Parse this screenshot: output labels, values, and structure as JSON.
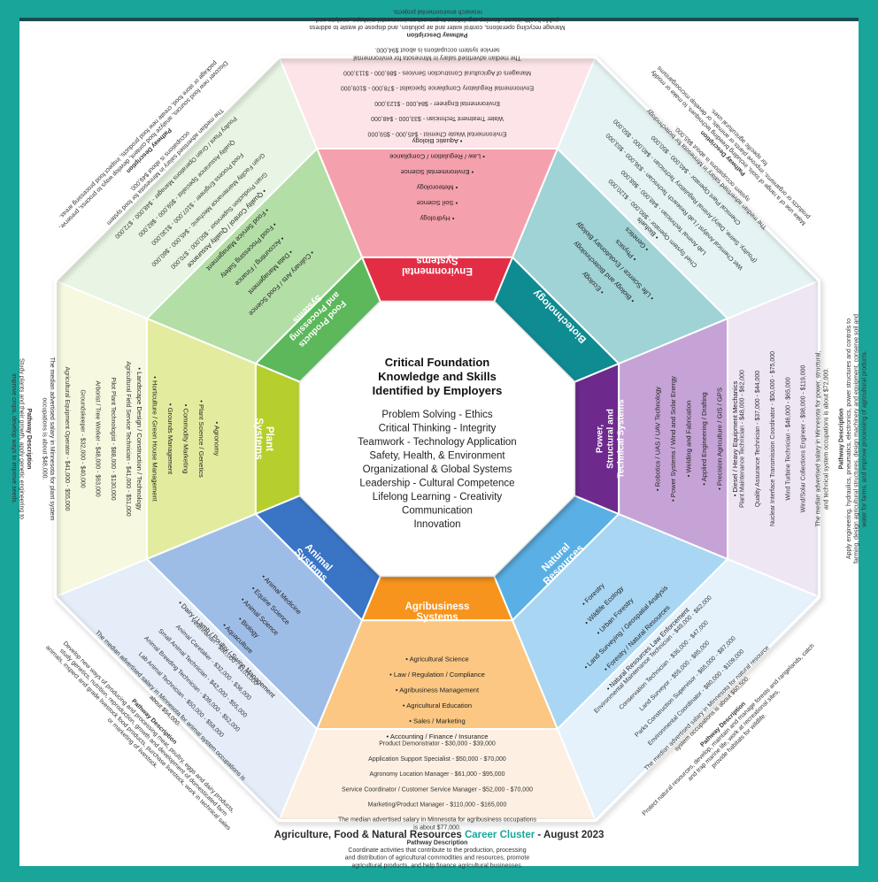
{
  "center": {
    "heading": [
      "Critical Foundation",
      "Knowledge and Skills",
      "Identified by Employers"
    ],
    "skills": [
      "Problem Solving - Ethics",
      "Critical Thinking - Integrity",
      "Teamwork - Technology Application",
      "Safety, Health, & Environment",
      "Organizational & Global Systems",
      "Leadership - Cultural Competence",
      "Lifelong Learning - Creativity",
      "Communication",
      "Innovation"
    ]
  },
  "colors": {
    "agribusiness": "#f7941d",
    "natural": "#5ab0e4",
    "power": "#6d2a8c",
    "biotech": "#0f8b92",
    "environmental": "#e32d44",
    "food": "#5cb85b",
    "plant": "#b6cf2c",
    "animal": "#3a74c4",
    "frame": "#1aa59a"
  },
  "pathways": {
    "agribusiness": {
      "title": [
        "Agribusiness",
        "Systems"
      ],
      "areas": [
        "• Agricultural Science",
        "• Law / Regulation / Compliance",
        "• Agribusiness Management",
        "• Agricultural Education",
        "• Sales / Marketing",
        "• Accounting / Finance / Insurance"
      ],
      "jobs": [
        "Product Demonstrator - $30,000 - $39,000",
        "Application Support Specialist - $50,000 - $70,000",
        "Agronomy Location Manager - $61,000 - $95,000",
        "Service Coordinator / Customer Service Manager - $52,000 - $70,000",
        "Marketing/Product Manager - $110,000 - $165,000"
      ],
      "salary": [
        "The median advertised salary in Minnesota for agribusiness occupations",
        "is about $77,000."
      ],
      "desc_title": "Pathway Description",
      "desc": [
        "Coordinate activities that contribute to the production, processing",
        "and distribution of agricultural commodities and resources, promote",
        "agricultural products, and help finance agricultural businesses."
      ]
    },
    "natural": {
      "title": [
        "Natural",
        "Resources"
      ],
      "areas": [
        "• Forestry",
        "• Wildlife Ecology",
        "• Urban Forestry",
        "• Land Surveying / Geospatial Analysis",
        "• Forestry / Natural Resources",
        "• Natural Resources Law Enforcement"
      ],
      "jobs": [
        "Environmental Maintenance Technician - $49,000 - $62,000",
        "Conservation Technician - $36,000 - $47,000",
        "Land Surveyor - $55,000 - $85,000",
        "Parks Construction Supervisor - $65,000 - $87,000",
        "Environmental Coordinator - $80,000 - $109,000"
      ],
      "salary": [
        "The median advertised salary in Minnesota for natural resource",
        "system occupations is about $60,500."
      ],
      "desc_title": "Pathway Description",
      "desc": [
        "Protect natural resources, develop, maintain and manage forests and rangelands, catch",
        "and trap marine life, work at recreational sites,",
        "provide habitats for wildlife."
      ]
    },
    "power": {
      "title": [
        "Power,",
        "Structural and",
        "Technical Systems"
      ],
      "areas": [
        "• Robotics / UAS / UAV Technology",
        "• Power Systems / Wind and Solar Energy",
        "• Welding and Fabrication",
        "• Applied Engineering / Drafting",
        "• Precision Agriculture / GIS / GPS",
        "• Diesel / Heavy Equipment Mechanics"
      ],
      "jobs": [
        "Plant Maintenance Technician - $48,000 - $62,000",
        "Quality Assurance Technician - $37,000 - $44,000",
        "Nuclear Interface Transmission Coordinator - $50,000 - $75,000",
        "Wind Turbine Technician - $46,000 - $65,000",
        "Wind/Solar Collections Engineer - $98,000 - $119,000"
      ],
      "salary": [
        "The median advertised salary in Minnesota for power, structural,",
        "and technical system occupations is about $72,000."
      ],
      "desc_title": "Pathway Description",
      "desc": [
        "Apply engineering, hydraulics, pneumatics, electronics, power structures and controls to",
        "farming, design agricultural structures, design machinery and equipment, conserve soil and",
        "water for farms, and improve processing of agricultural products."
      ]
    },
    "biotech": {
      "title": [
        "Biotechnology"
      ],
      "areas": [
        "• Ecology",
        "• Biology and Biotechnology",
        "• Life Science / Evolutionary Biology",
        "• Physics",
        "• Genetics",
        "• Biofuels"
      ],
      "jobs": [
        "Chief System Operator - $90,000 - $120,000",
        "Lab Animal Technician - $48,000 - $68,000",
        "Wet Chemical Analyst / Lab Research Technician - $36,000 - $53,000",
        "(Poultry, Swine, Dairy) Animal Regulatory Technician - $40,000 - $50,000",
        "Chemical Plant Operator - $40,000 - $50,000"
      ],
      "salary": [
        "The median advertised salary in Minnesota for biotechnology",
        "system occupations is about $65,000."
      ],
      "desc_title": "Pathway Description",
      "desc": [
        "Make use of a range of tools, including breeding techniques, to make or modify",
        "products or organisms, improve plants or animals, or develop microorganisms",
        "for specific agricultural uses."
      ]
    },
    "environmental": {
      "title": [
        "Environmental",
        "Systems"
      ],
      "areas": [
        "• Hydrology",
        "• Soil Science",
        "• Meteorology",
        "• Environmental Science",
        "• Law / Regulation / Compliance",
        "• Aquatic Biology"
      ],
      "jobs": [
        "Environmental Waste Chemist - $45,000 - $59,000",
        "Water Treatment Technician - $33,000 - $48,000",
        "Environmental Engineer - $84,000 - $123,000",
        "Environmental Regulatory Compliance Specialist - $78,000 - $109,000",
        "Managers of Agricultural Construction Services - $86,000 - $113,000"
      ],
      "salary": [
        "The median advertised salary in Minnesota for environmental",
        "service system occupations is about $94,000."
      ],
      "desc_title": "Pathway Description",
      "desc": [
        "Manage recycling operations, control water and air pollution, and dispose of waste to address",
        "public health issues, develop regulations to prevent environmental mishaps, analyze and",
        "research environmental projects."
      ]
    },
    "food": {
      "title": [
        "Food Products",
        "and Processing",
        "Systems"
      ],
      "areas": [
        "• Culinary Arts / Food Science",
        "• Data Management",
        "• Accounting / Finance",
        "• Food Processing Safety",
        "• Food Service Management",
        "• Quality Control / Quality Assurance"
      ],
      "jobs": [
        "Grain Production Supervisor - $50,000 - $70,000",
        "Grain Facility Maintenance Mechanic - $45,000 - $60,000",
        "Food Process Engineer - $107,000 - $130,000",
        "Quality Assurance Specialist - $59,000 - $82,000",
        "Poultry Plant / Grain Operations Manager - $48,000 - $72,000"
      ],
      "salary": [
        "The median advertised salary in Minnesota for food system",
        "occupations is about $49,000."
      ],
      "desc_title": "Pathway Description",
      "desc": [
        "Discover new food sources, analyze food content, develop ways to process, preserve,",
        "package or store food, create new food products, inspect food processing areas."
      ]
    },
    "plant": {
      "title": [
        "Plant",
        "Systems"
      ],
      "areas": [
        "• Agronomy",
        "• Plant Science / Genetics",
        "• Commodity Marketing",
        "• Grounds Management",
        "• Horticulture / Green House Management",
        "• Landscape Design / Construction / Technology"
      ],
      "jobs": [
        "Agricultural Field Service Technician - $41,000 - $51,000",
        "Pilot Plant Technologist - $88,000 - $130,000",
        "Arborist / Tree Worker - $48,000 - $63,000",
        "Groundskeeper - $32,000 - $40,000",
        "Agricultural Equipment Operator - $41,000 - $55,000"
      ],
      "salary": [
        "The median advertised salary in Minnesota for plant system",
        "occupations is about $48,000."
      ],
      "desc_title": "Pathway Description",
      "desc": [
        "Study plants and their growth, apply genetic engineering to",
        "improve crops, develop ways to improve seeds."
      ]
    },
    "animal": {
      "title": [
        "Animal",
        "Systems"
      ],
      "areas": [
        "• Animal Medicine",
        "• Equine Science",
        "• Animal Science",
        "• Biology",
        "• Aquaculture",
        "• Dairy / Lamb / Poultry / Swine Management"
      ],
      "jobs": [
        "Veterinarian - $80,000 - $103,000",
        "Animal Caretaker - $32,000 - $36,000",
        "Small Animal Technician - $42,000 - $55,000",
        "Animal Breeding Technician - $39,000 - $52,000",
        "Lab Animal Technician - $50,000 - $58,000"
      ],
      "salary": [
        "The median advertised salary in Minnesota for animal system occupations is",
        "about $54,000."
      ],
      "desc_title": "Pathway Description",
      "desc": [
        "Develop new ways of producing and processing meat, poultry, eggs and dairy products,",
        "study genetics, nutrition, reproduction, growth and development of domesticated farm",
        "animals, inspect and grade livestock food products, purchase livestock, work in technical sales",
        "or marketing of livestock."
      ]
    }
  },
  "footer": {
    "prefix": "Agriculture, Food & Natural Resources",
    "highlight": "Career Cluster",
    "suffix": "- August 2023"
  }
}
